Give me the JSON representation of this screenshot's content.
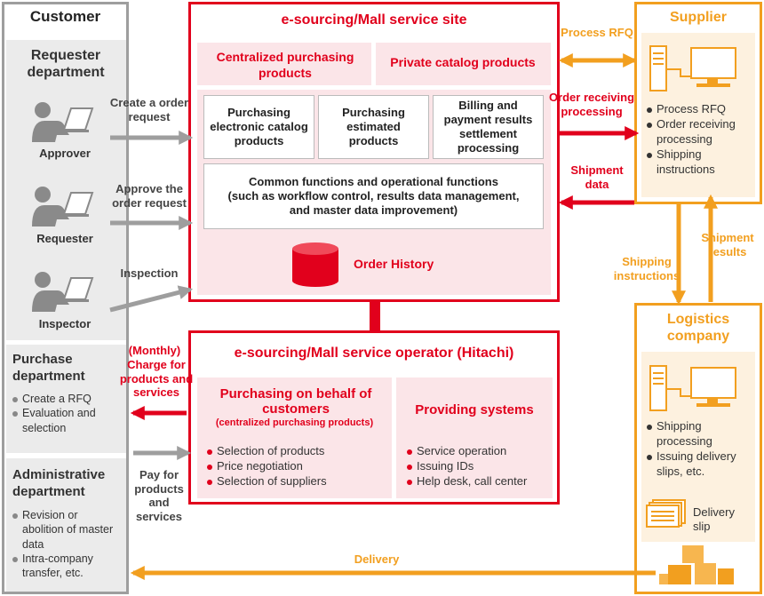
{
  "customer": {
    "title": "Customer",
    "requester_dept": "Requester department",
    "approver": "Approver",
    "requester": "Requester",
    "inspector": "Inspector",
    "purchase_dept": {
      "title": "Purchase department",
      "items": [
        "Create a RFQ",
        "Evaluation and selection"
      ]
    },
    "admin_dept": {
      "title": "Administrative department",
      "items": [
        "Revision or abolition of master data",
        "Intra-company transfer, etc."
      ]
    }
  },
  "site": {
    "title": "e-sourcing/Mall service site",
    "centralized": "Centralized purchasing products",
    "private": "Private catalog products",
    "box1": "Purchasing electronic catalog products",
    "box2": "Purchasing estimated products",
    "box3": "Billing and payment results settlement processing",
    "common_line1": "Common functions and operational functions",
    "common_line2": "(such as workflow control, results data management,",
    "common_line3": "and master data improvement)",
    "order_history": "Order History"
  },
  "operator": {
    "title": "e-sourcing/Mall service operator (Hitachi)",
    "left_title": "Purchasing on behalf of customers",
    "left_sub": "(centralized purchasing products)",
    "left_items": [
      "Selection of products",
      "Price negotiation",
      "Selection of suppliers"
    ],
    "right_title": "Providing systems",
    "right_items": [
      "Service operation",
      "Issuing IDs",
      "Help desk, call center"
    ]
  },
  "supplier": {
    "title": "Supplier",
    "items": [
      "Process RFQ",
      "Order receiving processing",
      "Shipping instructions"
    ]
  },
  "logistics": {
    "title": "Logistics company",
    "items": [
      "Shipping processing",
      "Issuing delivery slips, etc."
    ],
    "slip": "Delivery slip"
  },
  "arrows": {
    "create_order": "Create a order request",
    "approve_order": "Approve the order request",
    "inspection": "Inspection",
    "monthly_line1": "(Monthly)",
    "monthly_line2": "Charge for products and services",
    "pay": "Pay for products and services",
    "process_rfq": "Process RFQ",
    "order_receiving": "Order receiving processing",
    "shipment_data": "Shipment data",
    "shipping_instructions": "Shipping instructions",
    "shipment_results": "Shipment results",
    "delivery": "Delivery"
  },
  "colors": {
    "red": "#e1001c",
    "orange": "#f29f1f",
    "grey": "#9e9e9e",
    "pink": "#fbe5e8",
    "cream": "#fdf1df"
  }
}
